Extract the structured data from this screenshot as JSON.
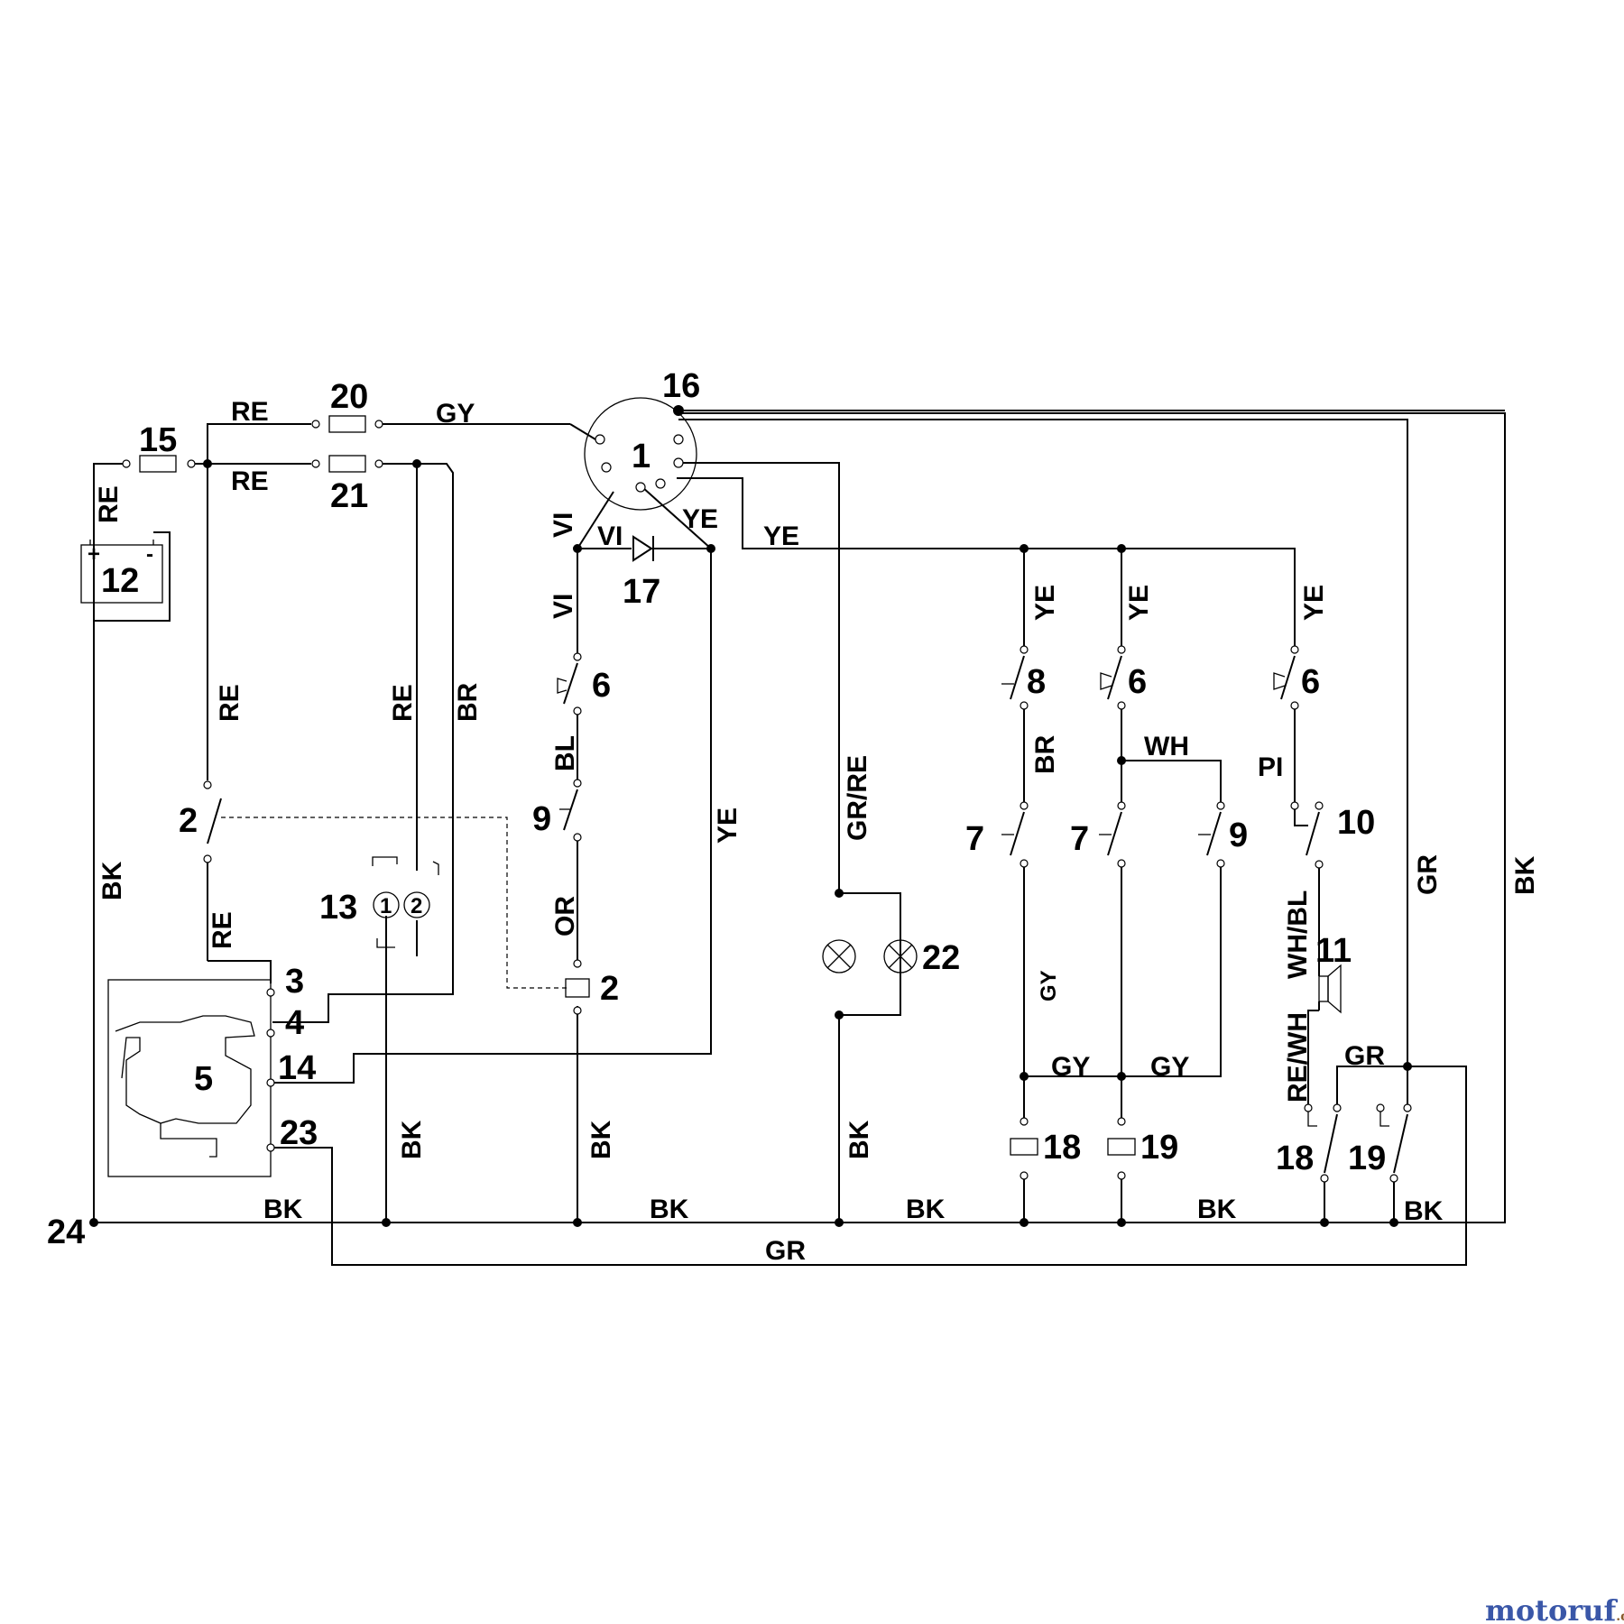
{
  "wire_labels": {
    "re_top": "RE",
    "gy_top": "GY",
    "re_mid": "RE",
    "re_bat": "RE",
    "re_left": "RE",
    "re_13": "RE",
    "br_13": "BR",
    "re_low": "RE",
    "bk_left": "BK",
    "vi_1": "VI",
    "vi_2": "VI",
    "vi_3": "VI",
    "ye_17": "YE",
    "ye_bus": "YE",
    "bl": "BL",
    "or": "OR",
    "ye_vert": "YE",
    "grre": "GR/RE",
    "bk_13": "BK",
    "bk_2": "BK",
    "bk_22": "BK",
    "ye_8": "YE",
    "ye_6b": "YE",
    "ye_6c": "YE",
    "br_8": "BR",
    "wh": "WH",
    "pi": "PI",
    "gy_7a": "GY",
    "gy_h1": "GY",
    "gy_h2": "GY",
    "whbl": "WH/BL",
    "rewh": "RE/WH",
    "gr_small": "GR",
    "gr_right": "GR",
    "bk_right": "BK",
    "bk_b1": "BK",
    "bk_b2": "BK",
    "bk_b3": "BK",
    "bk_b4": "BK",
    "bk_b5": "BK",
    "gr_bottom": "GR"
  },
  "component_numbers": {
    "n16": "16",
    "n1": "1",
    "n20": "20",
    "n21": "21",
    "n15": "15",
    "n12": "12",
    "n17": "17",
    "n6a": "6",
    "n9a": "9",
    "n2a": "2",
    "n2b": "2",
    "n13": "13",
    "n13_1": "1",
    "n13_2": "2",
    "n3": "3",
    "n4": "4",
    "n5": "5",
    "n14": "14",
    "n23": "23",
    "n24": "24",
    "n22": "22",
    "n8": "8",
    "n6b": "6",
    "n6c": "6",
    "n7a": "7",
    "n7b": "7",
    "n9b": "9",
    "n10": "10",
    "n11": "11",
    "n18a": "18",
    "n19a": "19",
    "n18b": "18",
    "n19b": "19",
    "bat_plus": "+",
    "bat_minus": "-"
  },
  "watermark": {
    "brand": "motoruf",
    "tld": ".de"
  },
  "colors": {
    "wire": "#000000",
    "background": "#ffffff",
    "wm_blue": "#3a57a8",
    "wm_red": "#c0392b",
    "wm_brown": "#8a5a2b"
  }
}
